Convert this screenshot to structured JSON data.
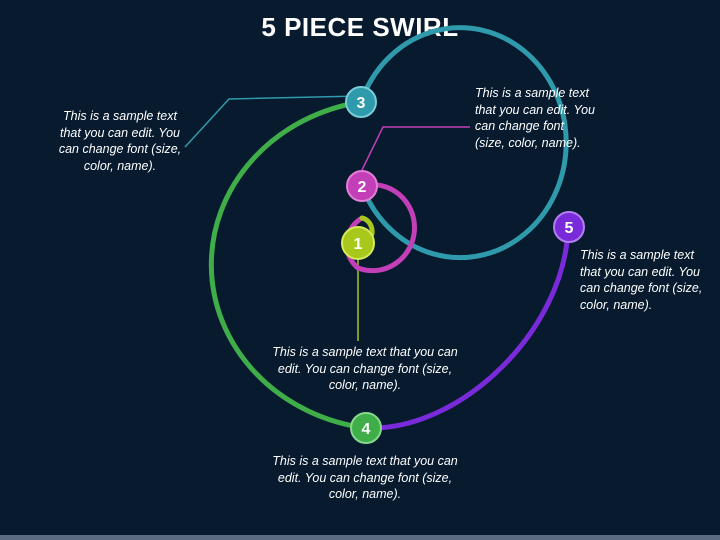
{
  "title": "5 PIECE SWIRL",
  "steps": [
    {
      "number": "1",
      "color": "#a8c81c",
      "text": "This is a sample text that you can edit. You can change font (size, color, name)."
    },
    {
      "number": "2",
      "color": "#c33fb8",
      "text": "This is a sample text that you can edit. You can change font (size, color, name)."
    },
    {
      "number": "3",
      "color": "#2e9aab",
      "text": "This is a sample text that you can edit. You can change font (size, color, name)."
    },
    {
      "number": "4",
      "color": "#3fae49",
      "text": "This is a sample text that you can edit. You can change font (size, color, name)."
    },
    {
      "number": "5",
      "color": "#7a2bd9",
      "text": "This is a sample text that you can edit. You can change font (size, color, name)."
    }
  ],
  "colors": {
    "background": "#081a2e",
    "title": "#ffffff",
    "caption": "#ffffff",
    "bottom_bar": "#5b6b82"
  }
}
